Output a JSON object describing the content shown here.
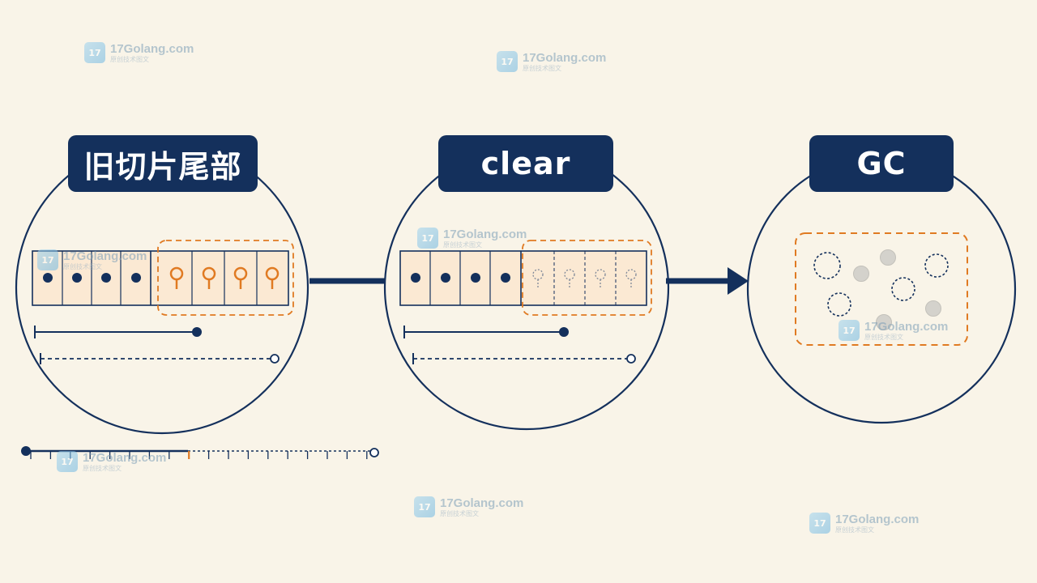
{
  "labels": {
    "old_tail": "旧切片尾部",
    "clear": "clear",
    "gc": "GC"
  },
  "watermark": {
    "site": "17Golang.com",
    "subtitle": "原创技术图文",
    "logo_text": "17"
  },
  "colors": {
    "navy": "#14305c",
    "orange": "#e07a22",
    "cell_fill": "#fbe9d3",
    "gray_dot": "#d4d2cc",
    "background": "#f9f4e8"
  },
  "old_slice": {
    "filled_cells": 4,
    "tail_cells": 4
  },
  "timeline": {
    "tick_count": 18,
    "highlight_tick": 8
  }
}
